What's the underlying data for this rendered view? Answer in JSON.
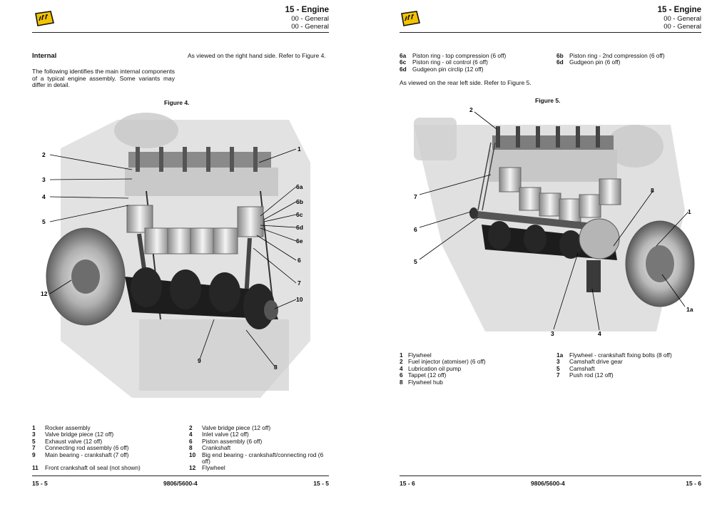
{
  "left": {
    "header": {
      "title": "15 - Engine",
      "sub1": "00 - General",
      "sub2": "00 - General"
    },
    "section_heading": "Internal",
    "intro": "The following identifies the main internal components of a typical engine assembly. Some variants may differ in detail.",
    "view_note": "As viewed on the right hand side. Refer to Figure 4.",
    "figure_title": "Figure 4.",
    "callouts": [
      "1",
      "2",
      "3",
      "4",
      "5",
      "6a",
      "6b",
      "6c",
      "6d",
      "6e",
      "6",
      "7",
      "8",
      "9",
      "10",
      "12"
    ],
    "legend_left": [
      {
        "num": "1",
        "desc": "Rocker assembly"
      },
      {
        "num": "3",
        "desc": "Valve bridge piece (12 off)"
      },
      {
        "num": "5",
        "desc": "Exhaust valve (12 off)"
      },
      {
        "num": "7",
        "desc": "Connecting rod assembly (6 off)"
      },
      {
        "num": "9",
        "desc": "Main bearing - crankshaft (7 off)"
      },
      {
        "num": "11",
        "desc": "Front crankshaft oil seal (not shown)"
      }
    ],
    "legend_right": [
      {
        "num": "2",
        "desc": "Valve bridge piece (12 off)"
      },
      {
        "num": "4",
        "desc": "Inlet valve (12 off)"
      },
      {
        "num": "6",
        "desc": "Piston assembly (6 off)"
      },
      {
        "num": "8",
        "desc": "Crankshaft"
      },
      {
        "num": "10",
        "desc": "Big end bearing - crankshaft/connecting rod (6 off)"
      },
      {
        "num": "12",
        "desc": "Flywheel"
      }
    ],
    "footer": {
      "page_left": "15 - 5",
      "doc": "9806/5600-4",
      "page_right": "15 - 5"
    }
  },
  "right": {
    "header": {
      "title": "15 - Engine",
      "sub1": "00 - General",
      "sub2": "00 - General"
    },
    "top_list": [
      {
        "num": "6a",
        "desc": "Piston ring - top compression (6 off)"
      },
      {
        "num": "6b",
        "desc": "Piston ring - 2nd compression (6 off)"
      },
      {
        "num": "6c",
        "desc": "Piston ring - oil control (6 off)"
      },
      {
        "num": "6d",
        "desc": "Gudgeon pin (6 off)"
      },
      {
        "num": "6d",
        "desc": "Gudgeon pin circlip (12 off)"
      }
    ],
    "view_note": "As viewed on the rear left side. Refer to Figure 5.",
    "figure_title": "Figure 5.",
    "callouts": [
      "2",
      "7",
      "6",
      "5",
      "8",
      "1",
      "1a",
      "3",
      "4"
    ],
    "legend_left": [
      {
        "num": "1",
        "desc": "Flywheel"
      },
      {
        "num": "2",
        "desc": "Fuel injector (atomiser) (6 off)"
      },
      {
        "num": "4",
        "desc": "Lubrication oil pump"
      },
      {
        "num": "6",
        "desc": "Tappet (12 off)"
      },
      {
        "num": "8",
        "desc": "Flywheel hub"
      }
    ],
    "legend_right": [
      {
        "num": "1a",
        "desc": "Flywheel - crankshaft fixing bolts (8 off)"
      },
      {
        "num": "3",
        "desc": "Camshaft drive gear"
      },
      {
        "num": "5",
        "desc": "Camshaft"
      },
      {
        "num": "7",
        "desc": "Push rod (12 off)"
      }
    ],
    "footer": {
      "page_left": "15 - 6",
      "doc": "9806/5600-4",
      "page_right": "15 - 6"
    }
  }
}
